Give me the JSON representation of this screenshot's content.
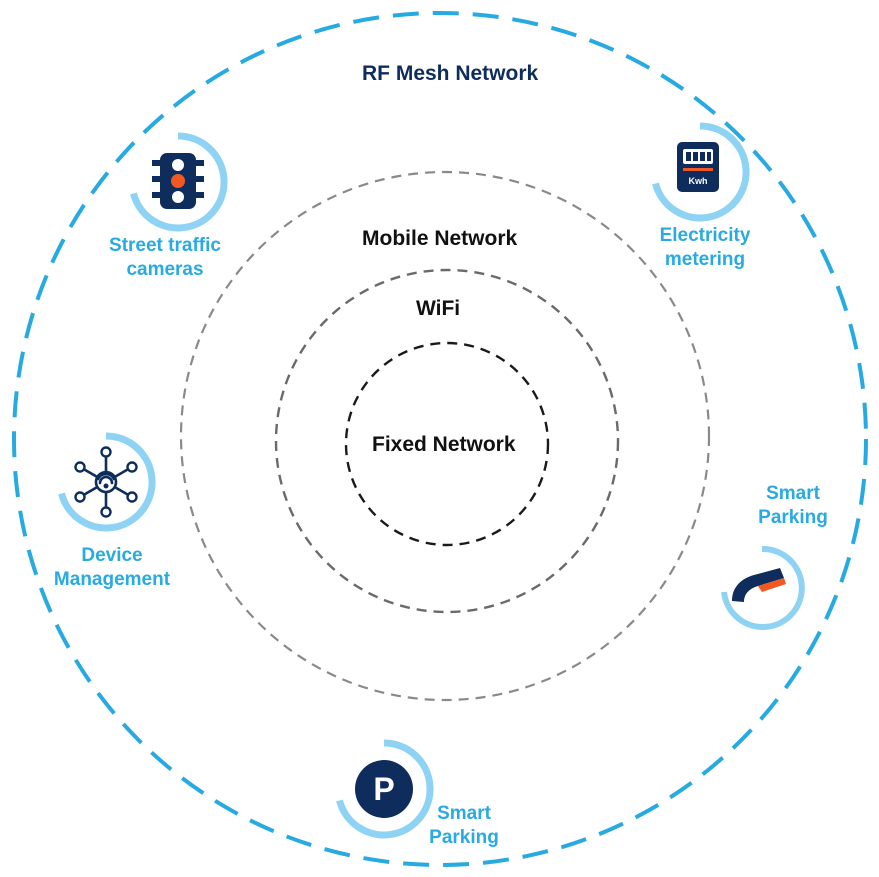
{
  "colors": {
    "rf_ring": "#27aae1",
    "rf_title": "#0f2d5c",
    "mobile_ring": "#8a8a8a",
    "wifi_ring": "#6a6a6a",
    "fixed_ring": "#1a1a1a",
    "device_text": "#29aae2",
    "icon_arc": "#8fd3f4",
    "navy": "#0f2d5c",
    "accent_orange": "#f05a22"
  },
  "rings": {
    "rf_mesh": "RF Mesh Network",
    "mobile": "Mobile Network",
    "wifi": "WiFi",
    "fixed": "Fixed Network"
  },
  "devices": {
    "traffic": {
      "line1": "Street traffic",
      "line2": "cameras",
      "icon": "traffic-light-icon"
    },
    "meter": {
      "line1": "Electricity",
      "line2": "metering",
      "icon": "electricity-meter-icon",
      "meter_text": "Kwh"
    },
    "device_mgmt": {
      "line1": "Device",
      "line2": "Management",
      "icon": "network-hub-icon"
    },
    "parking_sensor": {
      "line1": "Smart",
      "line2": "Parking",
      "icon": "parking-sensor-icon"
    },
    "parking_sign": {
      "line1": "Smart",
      "line2": "Parking",
      "icon": "parking-sign-icon",
      "sign_letter": "P"
    }
  }
}
